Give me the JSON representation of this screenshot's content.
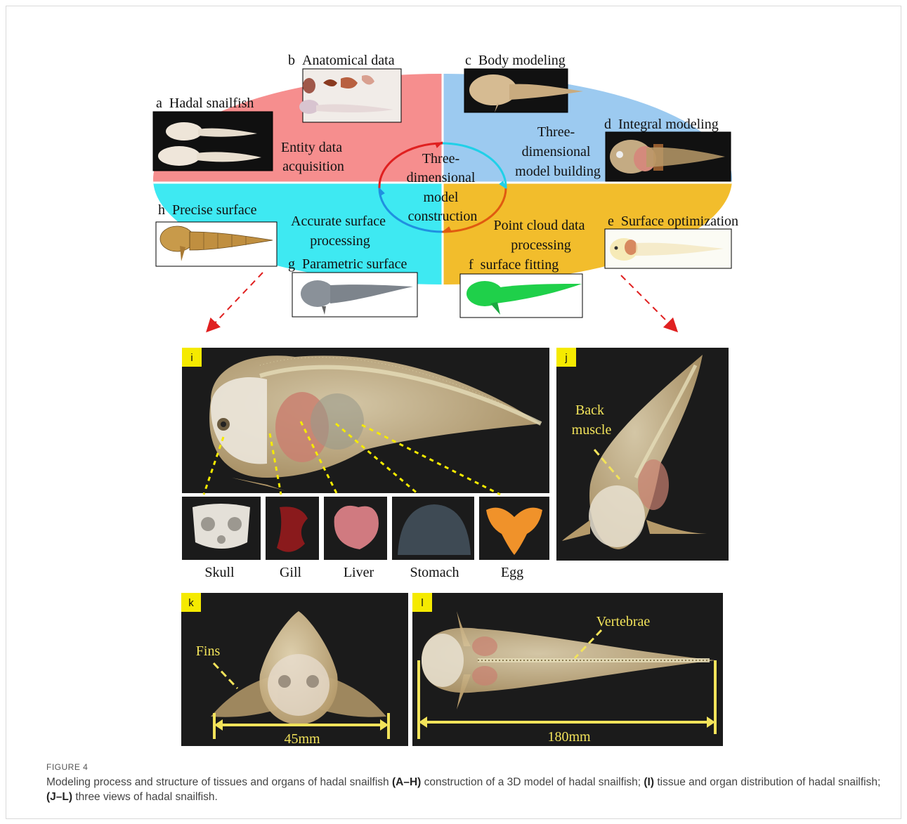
{
  "panels": {
    "a": {
      "letter": "a",
      "title": "Hadal snailfish"
    },
    "b": {
      "letter": "b",
      "title": "Anatomical data"
    },
    "c": {
      "letter": "c",
      "title": "Body modeling"
    },
    "d": {
      "letter": "d",
      "title": "Integral modeling"
    },
    "e": {
      "letter": "e",
      "title": "Surface optimization"
    },
    "f": {
      "letter": "f",
      "title": "surface fitting"
    },
    "g": {
      "letter": "g",
      "title": "Parametric surface"
    },
    "h": {
      "letter": "h",
      "title": "Precise surface"
    }
  },
  "quadrants": {
    "entity": [
      "Entity data",
      "acquisition"
    ],
    "building": [
      "Three-",
      "dimensional",
      "model building"
    ],
    "pointcloud": [
      "Point cloud data",
      "processing"
    ],
    "accurate": [
      "Accurate surface",
      "processing"
    ]
  },
  "center_lines": [
    "Three-",
    "dimensional",
    "model",
    "construction"
  ],
  "tags": {
    "i": "i",
    "j": "j",
    "k": "k",
    "l": "l"
  },
  "organs": [
    "Skull",
    "Gill",
    "Liver",
    "Stomach",
    "Egg"
  ],
  "labels": {
    "back_muscle": [
      "Back",
      "muscle"
    ],
    "fins": "Fins",
    "vertebrae": "Vertebrae",
    "width": "45mm",
    "length": "180mm"
  },
  "colors": {
    "red_quadrant": "#f68e8e",
    "blue_quadrant": "#9ccaf0",
    "cyan_quadrant": "#3ee9f2",
    "yellow_quadrant": "#f2bd2c",
    "annotation_yellow": "#f2e35a",
    "dark_panel": "#1b1b1b"
  },
  "caption": {
    "label": "FIGURE 4",
    "p1": "Modeling process and structure of tissues and organs of hadal snailfish ",
    "b1": "(A–H)",
    "p2": " construction of a 3D model of hadal snailfish; ",
    "b2": "(I)",
    "p3": " tissue and organ distribution of hadal snailfish; ",
    "b3": "(J–L)",
    "p4": " three views of hadal snailfish."
  }
}
